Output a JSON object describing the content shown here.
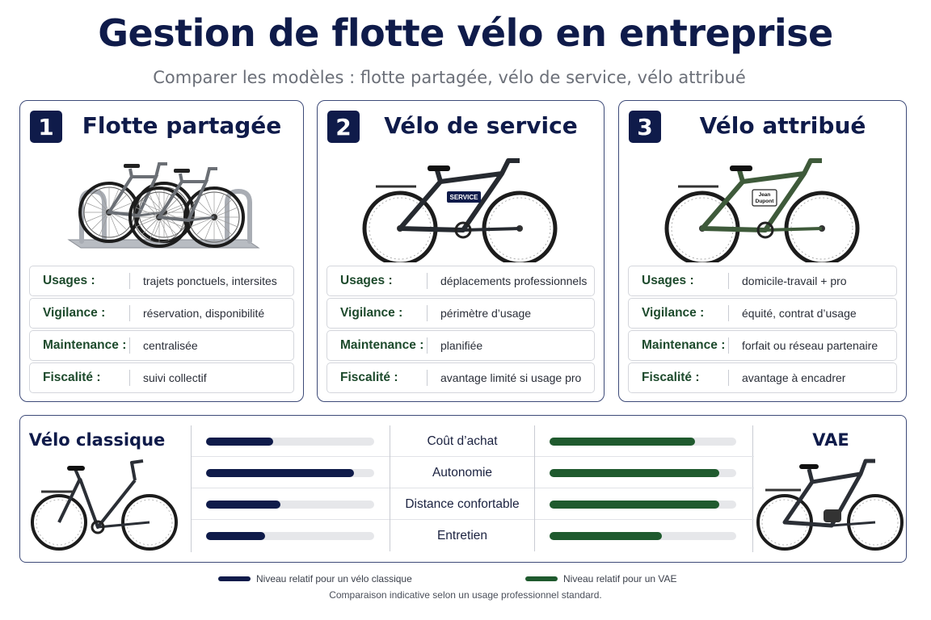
{
  "title": "Gestion de flotte vélo en entreprise",
  "subtitle": "Comparer les modèles : flotte partagée, vélo de service, vélo attribué",
  "cards": [
    {
      "number": "1",
      "title": "Flotte partagée",
      "rows": [
        {
          "key": "Usages :",
          "value": "trajets ponctuels, intersites"
        },
        {
          "key": "Vigilance :",
          "value": "réservation, disponibilité"
        },
        {
          "key": "Maintenance :",
          "value": "centralisée"
        },
        {
          "key": "Fiscalité :",
          "value": "suivi collectif"
        }
      ]
    },
    {
      "number": "2",
      "title": "Vélo de service",
      "bike_tag": "SERVICE",
      "rows": [
        {
          "key": "Usages :",
          "value": "déplacements professionnels"
        },
        {
          "key": "Vigilance :",
          "value": "périmètre d’usage"
        },
        {
          "key": "Maintenance :",
          "value": "planifiée"
        },
        {
          "key": "Fiscalité :",
          "value": "avantage limité si usage pro"
        }
      ]
    },
    {
      "number": "3",
      "title": "Vélo attribué",
      "bike_tag_line1": "Jean",
      "bike_tag_line2": "Dupont",
      "rows": [
        {
          "key": "Usages :",
          "value": "domicile-travail + pro"
        },
        {
          "key": "Vigilance :",
          "value": "équité, contrat d’usage"
        },
        {
          "key": "Maintenance :",
          "value": "forfait ou réseau partenaire"
        },
        {
          "key": "Fiscalité :",
          "value": "avantage à encadrer"
        }
      ]
    }
  ],
  "comparison": {
    "left_title": "Vélo classique",
    "right_title": "VAE",
    "colors": {
      "classic": "#0f1b4a",
      "vae": "#1f5a2e",
      "track": "#e6e7ea"
    },
    "criteria": [
      {
        "label": "Coût d’achat",
        "classic": 0.4,
        "vae": 0.78
      },
      {
        "label": "Autonomie",
        "classic": 0.88,
        "vae": 0.91
      },
      {
        "label": "Distance confortable",
        "classic": 0.44,
        "vae": 0.91
      },
      {
        "label": "Entretien",
        "classic": 0.35,
        "vae": 0.6
      }
    ]
  },
  "legend": {
    "classic": "Niveau relatif pour un vélo classique",
    "vae": "Niveau relatif pour un VAE"
  },
  "footnote": "Comparaison indicative selon un usage professionnel standard."
}
